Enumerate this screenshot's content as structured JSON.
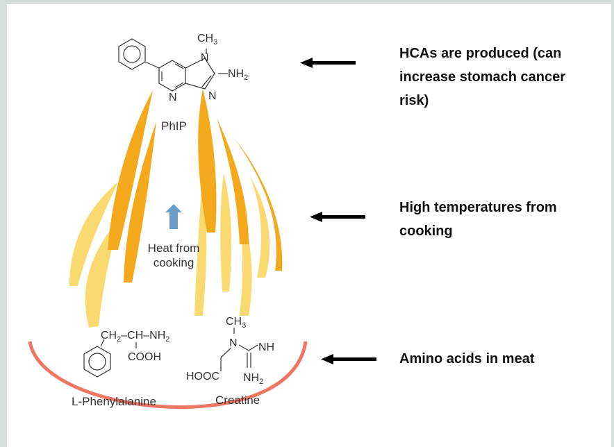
{
  "molecules": {
    "phip": {
      "name": "PhIP",
      "methyl": "CH",
      "methyl_sub": "3",
      "nitrogen": "N",
      "amino": "NH",
      "amino_sub": "2"
    },
    "phenylalanine": {
      "name": "L-Phenylalanine",
      "chain_a": "CH",
      "chain_a_sub": "2",
      "chain_b": "–CH–NH",
      "chain_b_sub": "2",
      "carboxyl": "COOH"
    },
    "creatine": {
      "name": "Creatine",
      "methyl": "CH",
      "methyl_sub": "3",
      "nitrogen": "N",
      "imine": "NH",
      "carboxyl": "HOOC",
      "amino": "NH",
      "amino_sub": "2"
    }
  },
  "heat": {
    "line1": "Heat from",
    "line2": "cooking"
  },
  "annotations": {
    "hcas": [
      "HCAs are produced (can",
      "increase stomach cancer",
      "risk)"
    ],
    "temperature": [
      "High temperatures from",
      "cooking"
    ],
    "amino": [
      "Amino acids in meat"
    ]
  },
  "colors": {
    "flame_dark": "#f3a91b",
    "flame_light": "#fbd971",
    "heat_arrow": "#6b9dc6",
    "bowl": "#ef7564",
    "frame": "#d6dedc"
  }
}
